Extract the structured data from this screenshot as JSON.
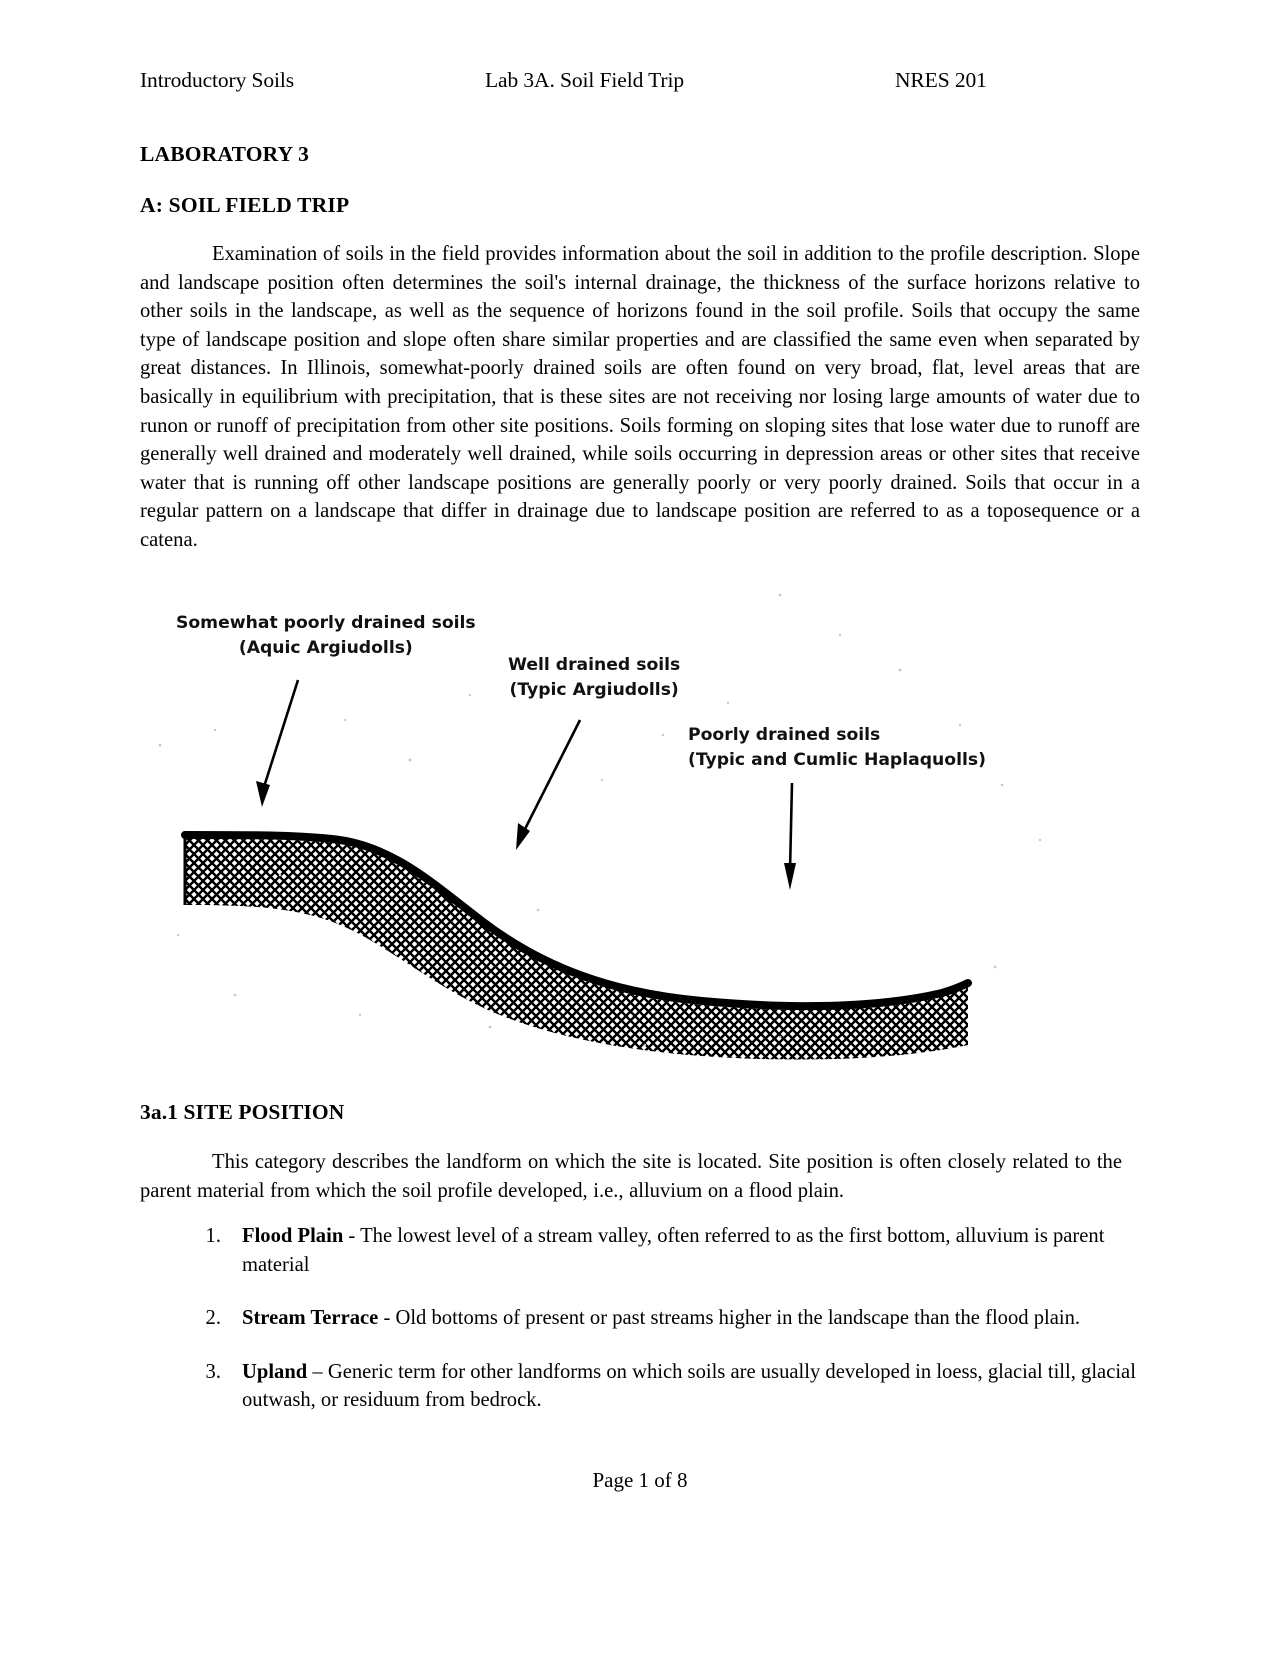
{
  "running_head": {
    "left": "Introductory Soils",
    "center": "Lab 3A.  Soil Field Trip",
    "right": "NRES 201"
  },
  "headings": {
    "laboratory": "LABORATORY  3",
    "section_a": "A: SOIL FIELD TRIP",
    "site_position": "3a.1 SITE POSITION"
  },
  "paragraphs": {
    "intro": "Examination of soils in the field provides information about the soil in addition to the profile description. Slope and landscape position often determines the soil's internal drainage, the thickness of the surface horizons relative to other soils in the landscape, as well as the sequence of horizons found in the soil profile. Soils that occupy the same type of landscape position and slope often share similar properties and are classified the same even when separated by great distances. In Illinois, somewhat-poorly drained soils are often found on very broad, flat, level areas that are basically in equilibrium with precipitation, that is these sites are not receiving nor losing large amounts of water due to runon or runoff of precipitation from other site positions. Soils forming on sloping sites that lose water due to runoff are generally well drained and moderately well drained, while soils occurring in depression areas or other sites that receive water that is running off other landscape positions are generally poorly or very poorly drained. Soils that occur in a regular pattern on a landscape that differ in drainage due to landscape position are referred to as a toposequence or a catena.",
    "site_position": "This category describes the landform on which the site is located. Site position is often closely related to the parent material from which the soil profile developed, i.e., alluvium on a flood plain."
  },
  "site_position_list": [
    {
      "number": "1.",
      "term": "Flood Plain",
      "text": " - The lowest level of a stream valley, often referred to as the first bottom, alluvium is parent material"
    },
    {
      "number": "2.",
      "term": "Stream Terrace",
      "text": " - Old bottoms of present or past streams higher in the landscape than the flood plain."
    },
    {
      "number": "3.",
      "term": "Upland",
      "text": " – Generic term for other landforms on which soils are usually developed in loess, glacial till, glacial outwash, or residuum from bedrock."
    }
  ],
  "figure": {
    "labels": {
      "somewhat_poorly_drained_line1": "Somewhat poorly drained soils",
      "somewhat_poorly_drained_line2": "(Aquic Argiudolls)",
      "well_drained_line1": "Well drained soils",
      "well_drained_line2": "(Typic Argiudolls)",
      "poorly_drained_line1": "Poorly drained soils",
      "poorly_drained_line2": "(Typic and Cumlic Haplaquolls)"
    },
    "colors": {
      "ink": "#000000",
      "hatch": "#000000",
      "paper": "#ffffff"
    }
  },
  "footer": {
    "page_text": "Page 1 of 8"
  }
}
